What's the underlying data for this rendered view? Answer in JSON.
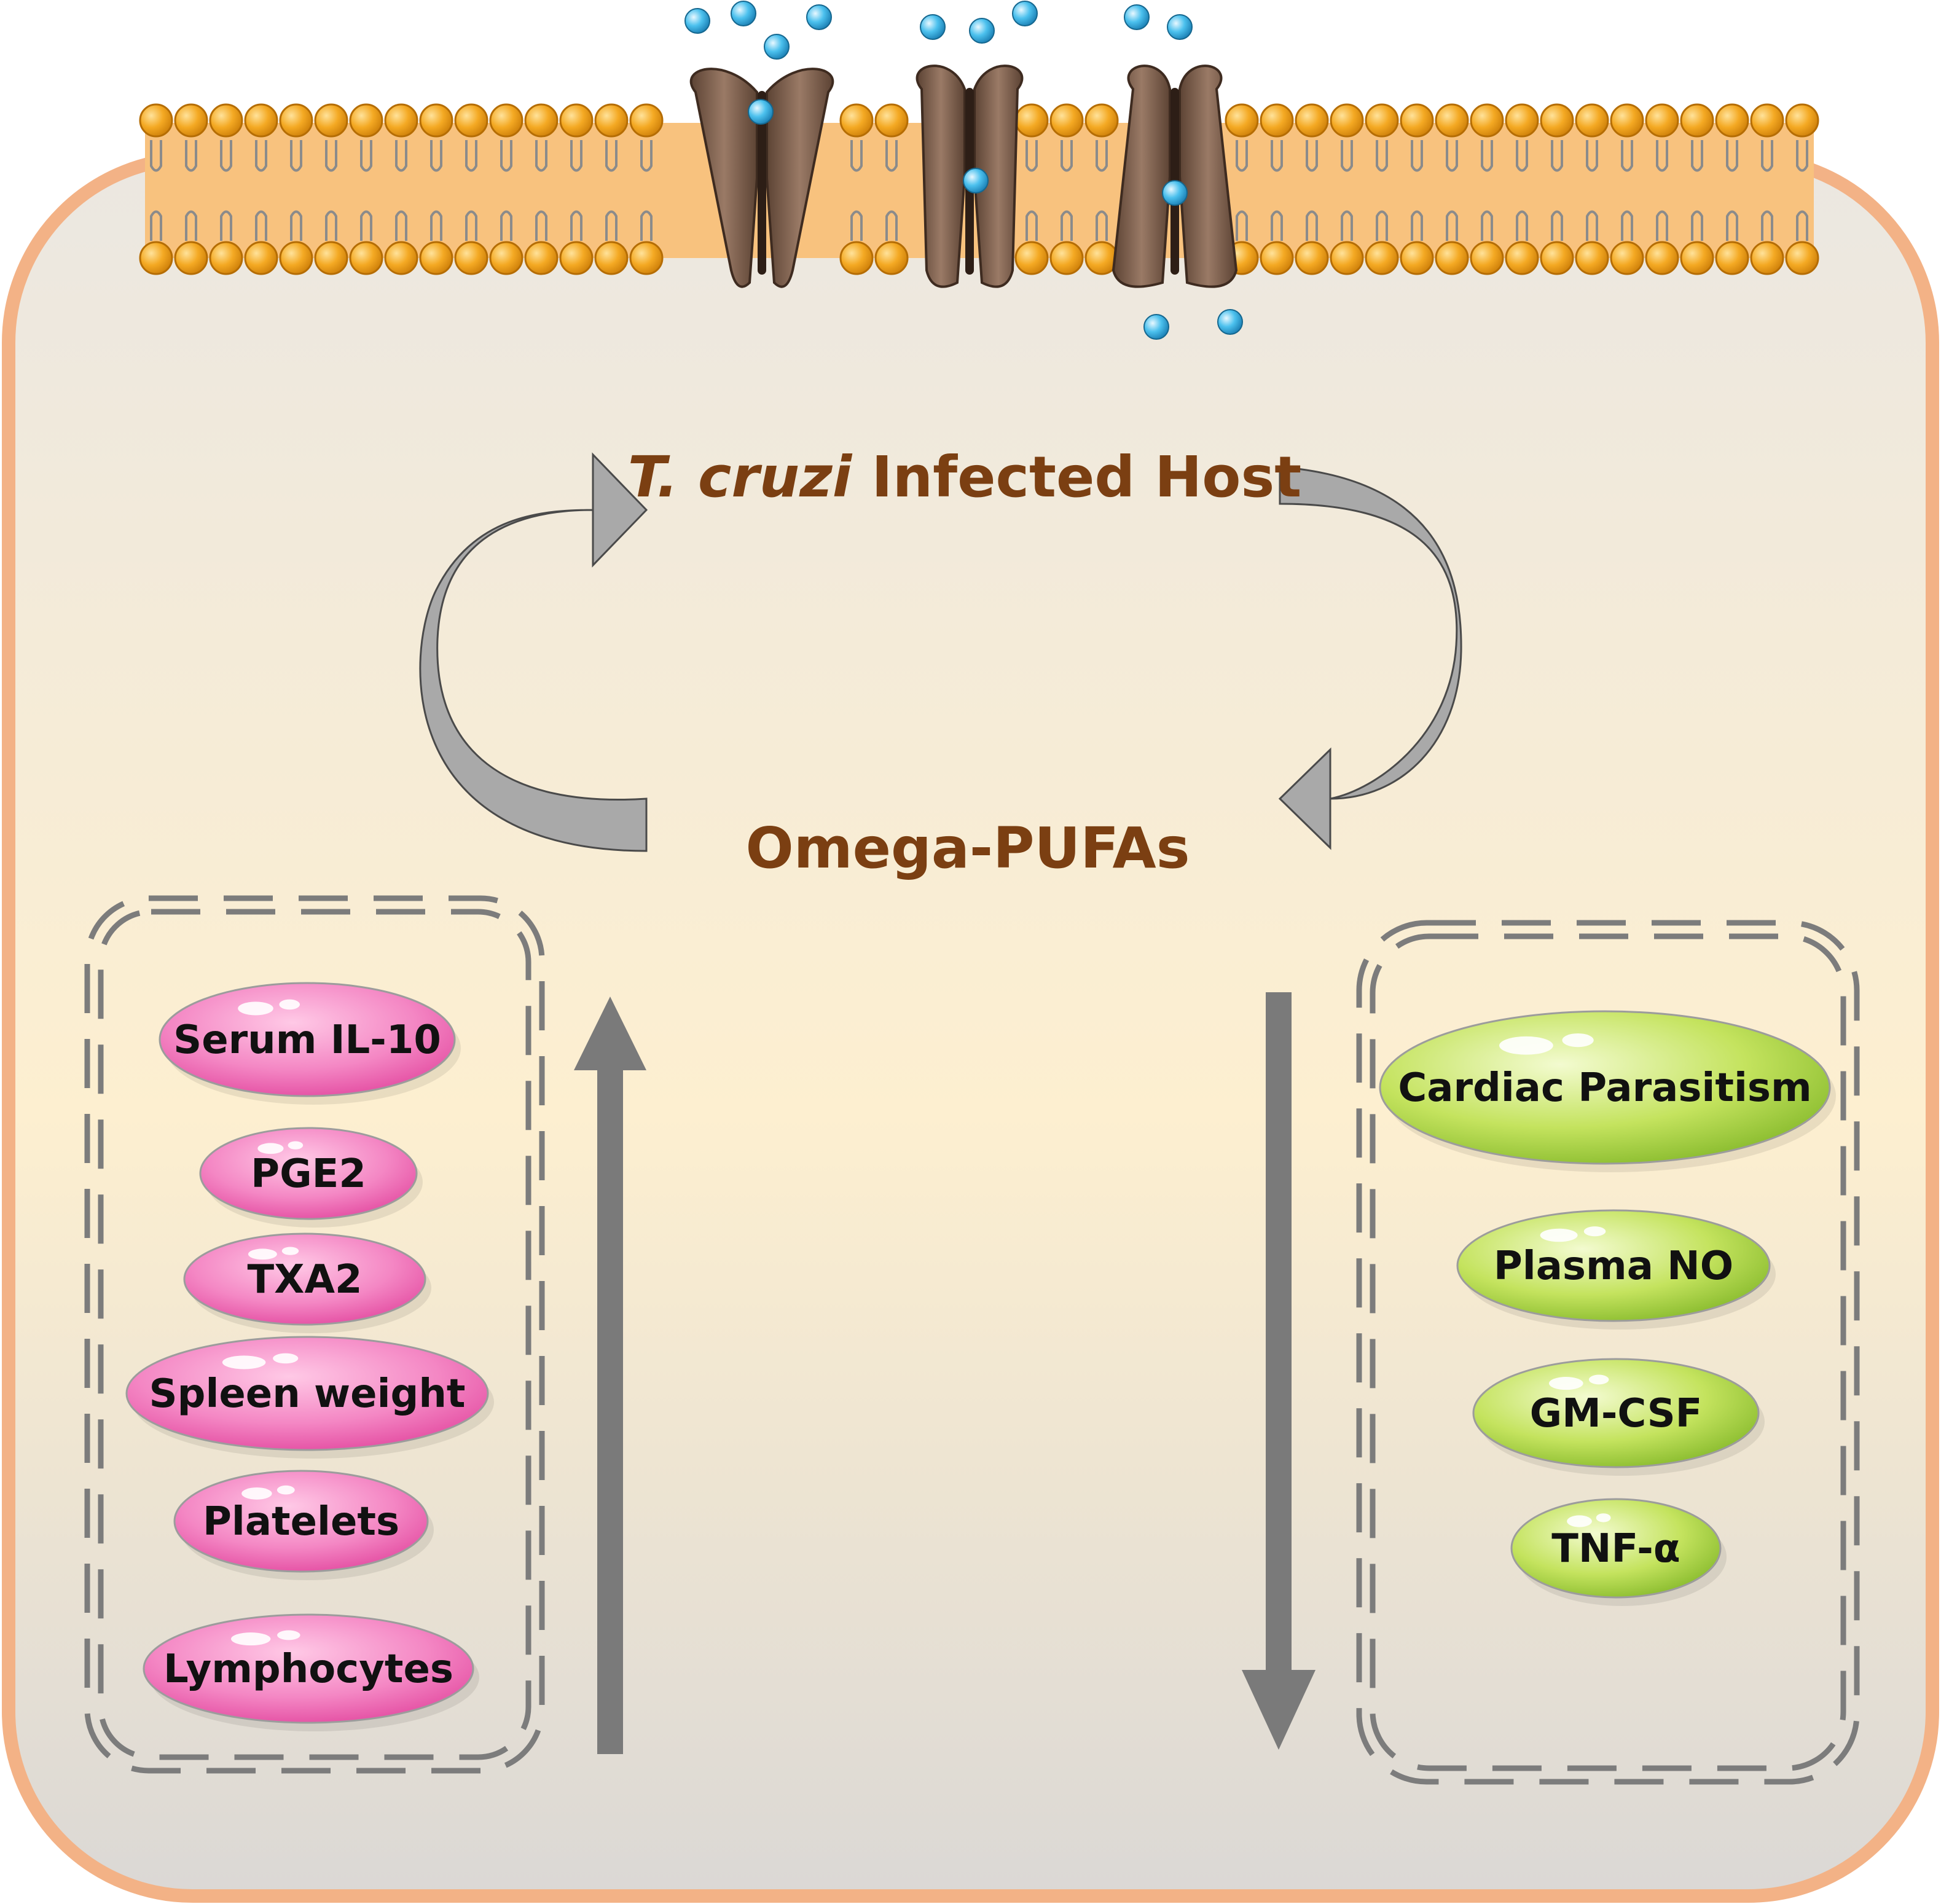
{
  "title": {
    "italic_part": "T. cruzi",
    "rest": " Infected Host"
  },
  "center_label": "Omega-PUFAs",
  "increased": {
    "direction": "up",
    "items": [
      "Serum IL-10",
      "PGE2",
      "TXA2",
      "Spleen weight",
      "Platelets",
      "Lymphocytes"
    ]
  },
  "decreased": {
    "direction": "down",
    "items": [
      "Cardiac Parasitism",
      "Plasma NO",
      "GM-CSF",
      "TNF-α"
    ]
  },
  "colors": {
    "cell_border": "#f3b286",
    "membrane_head": "#f2a21f",
    "membrane_band": "#f8c27e",
    "channel": "#8a6a57",
    "ion": "#38b6e6",
    "text_brown": "#7b3f12",
    "arrow_gray": "#7a7a7a",
    "cycle_arrow": "#a9a9a9",
    "pill_pink": "#f06fb7",
    "pill_green": "#b3d94a"
  }
}
